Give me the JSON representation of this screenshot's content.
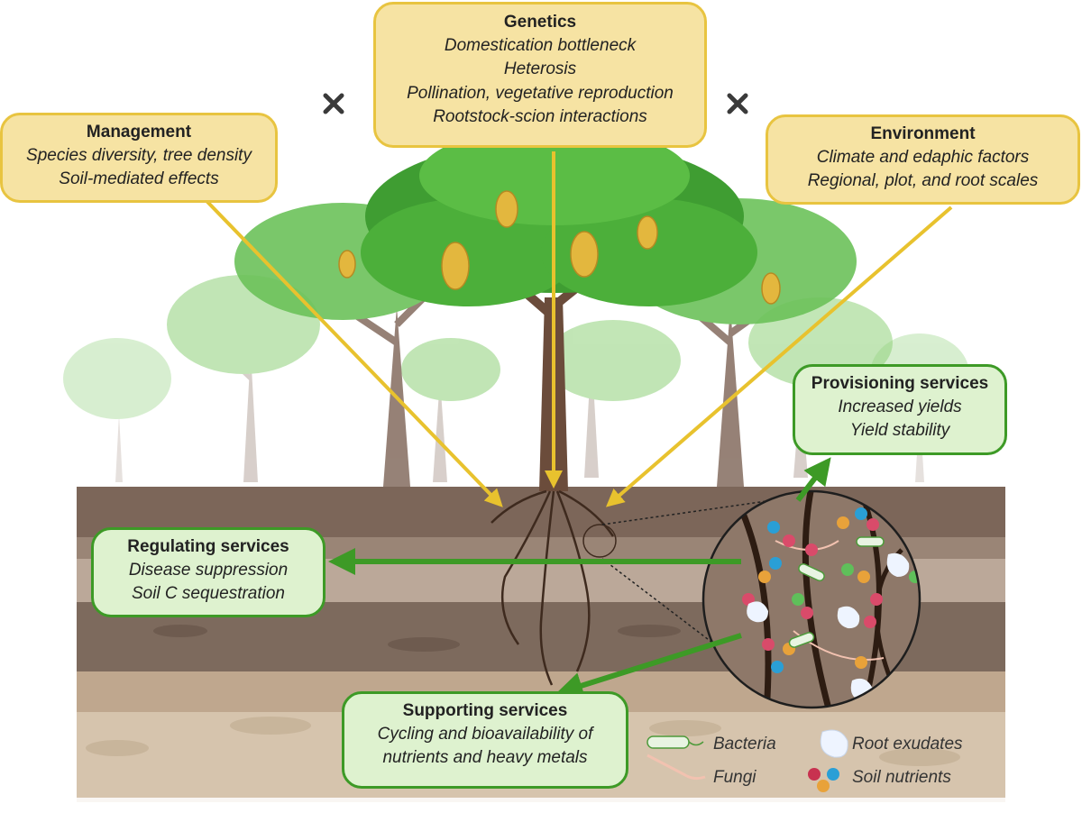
{
  "boxes": {
    "genetics": {
      "title": "Genetics",
      "lines": [
        "Domestication bottleneck",
        "Heterosis",
        "Pollination, vegetative reproduction",
        "Rootstock-scion interactions"
      ]
    },
    "management": {
      "title": "Management",
      "lines": [
        "Species diversity, tree density",
        "Soil-mediated effects"
      ]
    },
    "environment": {
      "title": "Environment",
      "lines": [
        "Climate and edaphic factors",
        "Regional, plot, and root scales"
      ]
    },
    "provisioning": {
      "title": "Provisioning services",
      "lines": [
        "Increased yields",
        "Yield stability"
      ]
    },
    "regulating": {
      "title": "Regulating services",
      "lines": [
        "Disease suppression",
        "Soil C sequestration"
      ]
    },
    "supporting": {
      "title": "Supporting services",
      "lines": [
        "Cycling and bioavailability of",
        "nutrients and heavy metals"
      ]
    }
  },
  "legend": {
    "bacteria": "Bacteria",
    "fungi": "Fungi",
    "root_exudates": "Root exudates",
    "soil_nutrients": "Soil nutrients"
  },
  "colors": {
    "yellow_fill": "#f6e3a3",
    "yellow_border": "#e8c440",
    "green_fill": "#def2cf",
    "green_border": "#3d9a26",
    "yellow_arrow": "#e8c22e",
    "green_arrow": "#3d9a26",
    "leaf": "#4caf3a",
    "pod": "#e3b73e",
    "trunk": "#6b4c3b"
  },
  "icons": [
    "multiply-icon",
    "multiply-icon",
    "bacteria-icon",
    "fungi-icon",
    "root-exudate-icon",
    "soil-nutrient-icon"
  ]
}
